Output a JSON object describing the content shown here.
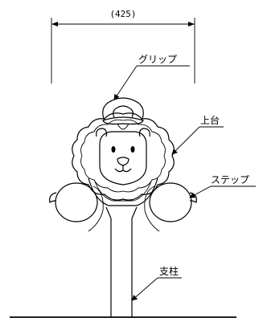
{
  "dimension": {
    "label": "(425)"
  },
  "callouts": {
    "grip": "グリップ",
    "top_base": "上台",
    "step": "ステップ",
    "pillar": "支柱"
  }
}
